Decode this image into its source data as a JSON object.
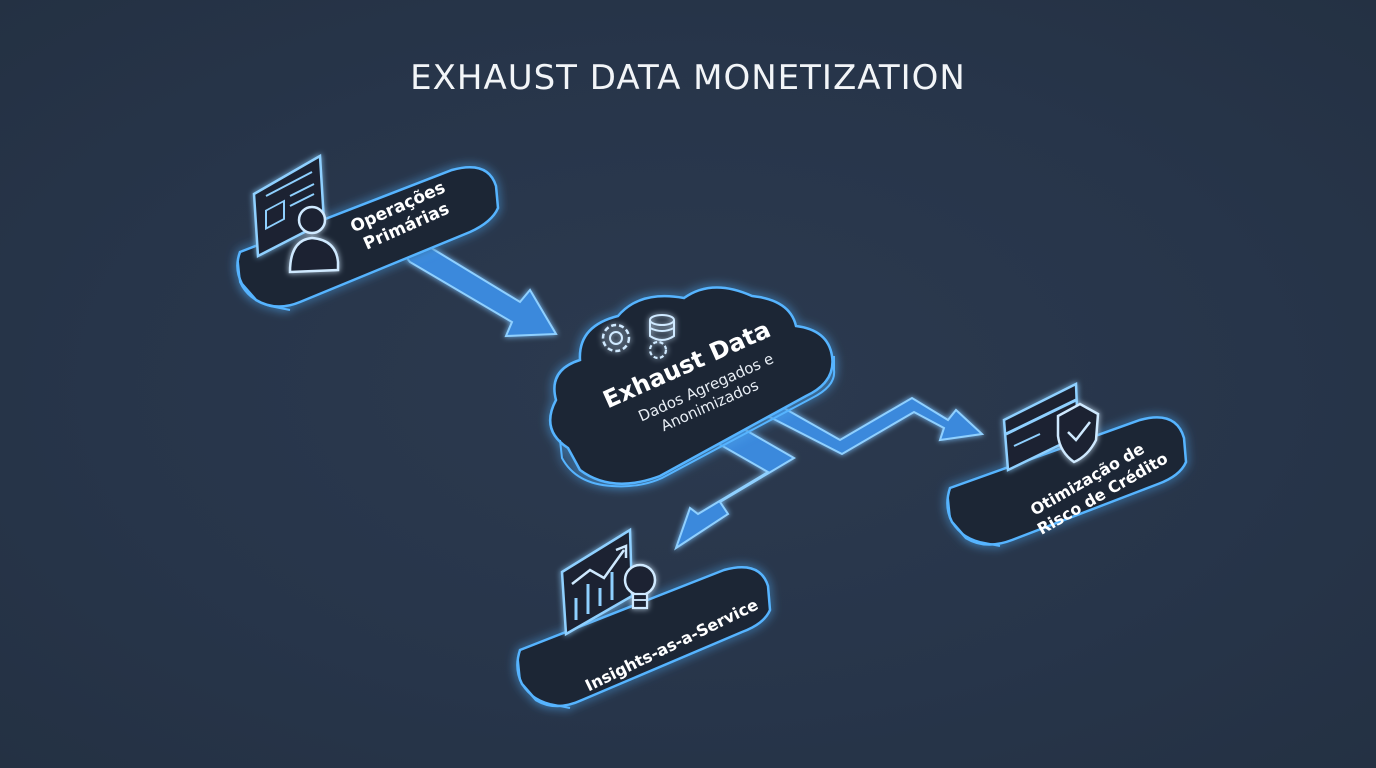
{
  "title": "EXHAUST DATA MONETIZATION",
  "colors": {
    "background": "#28364a",
    "accent": "#4da6ff",
    "panel": "#1e2735",
    "text": "#ffffff"
  },
  "nodes": {
    "primary_ops": {
      "line1": "Operações",
      "line2": "Primárias",
      "icon": "document-user-icon"
    },
    "exhaust": {
      "title": "Exhaust Data",
      "line1": "Dados Agregados e",
      "line2": "Anonimizados",
      "icon": "gears-database-icon"
    },
    "credit": {
      "line1": "Otimização de",
      "line2": "Risco de Crédito",
      "icon": "card-shield-icon"
    },
    "insights": {
      "label": "Insights-as-a-Service",
      "icon": "chart-lightbulb-icon"
    }
  }
}
